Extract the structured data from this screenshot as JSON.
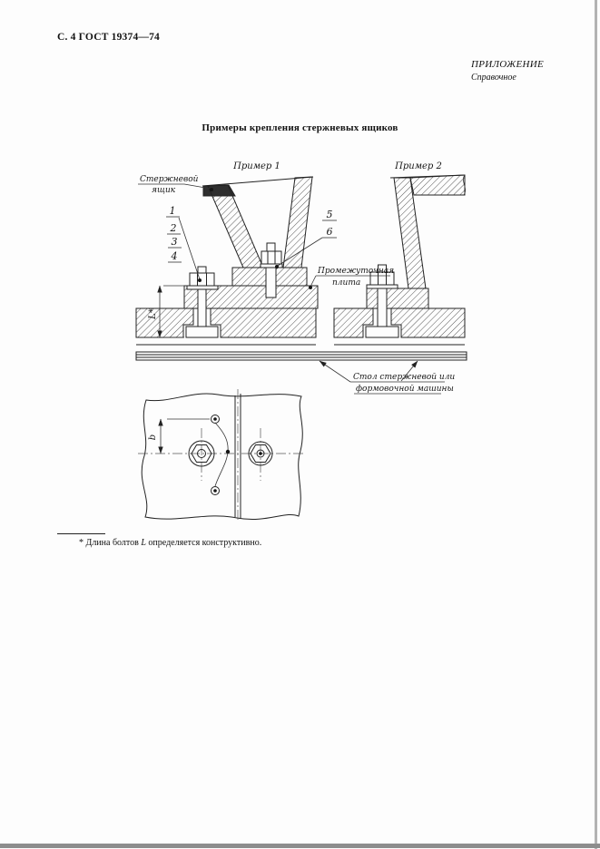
{
  "page": {
    "header_left": "С. 4 ГОСТ 19374—74",
    "appendix_title": "ПРИЛОЖЕНИЕ",
    "appendix_subtitle": "Справочное",
    "figure_title": "Примеры крепления стержневых ящиков"
  },
  "figure": {
    "example1_label": "Пример 1",
    "example2_label": "Пример 2",
    "core_box_label": [
      "Стержневой",
      "ящик"
    ],
    "callouts_left": [
      "1",
      "2",
      "3",
      "4"
    ],
    "callouts_right": [
      "5",
      "6"
    ],
    "intermediate_plate_label": [
      "Промежуточная",
      "плита"
    ],
    "machine_table_label": [
      "Стол стержневой или",
      "формовочной машины"
    ],
    "dim_bolt_length": "L*",
    "dim_width": "b"
  },
  "footnote": {
    "prefix": "* Длина болтов ",
    "variable": "L",
    "suffix": " определяется конструктивно."
  }
}
